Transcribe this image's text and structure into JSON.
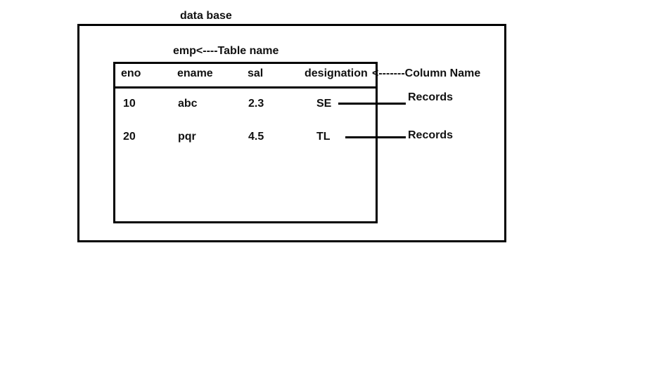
{
  "database_label": "data base",
  "table_caption": "emp<----Table name",
  "columns": [
    "eno",
    "ename",
    "sal",
    "designation"
  ],
  "column_annotation": "<-------Column Name",
  "rows": [
    [
      "10",
      "abc",
      "2.3",
      "SE"
    ],
    [
      "20",
      "pqr",
      "4.5",
      "TL"
    ]
  ],
  "record_annotations": [
    "Records",
    "Records"
  ]
}
